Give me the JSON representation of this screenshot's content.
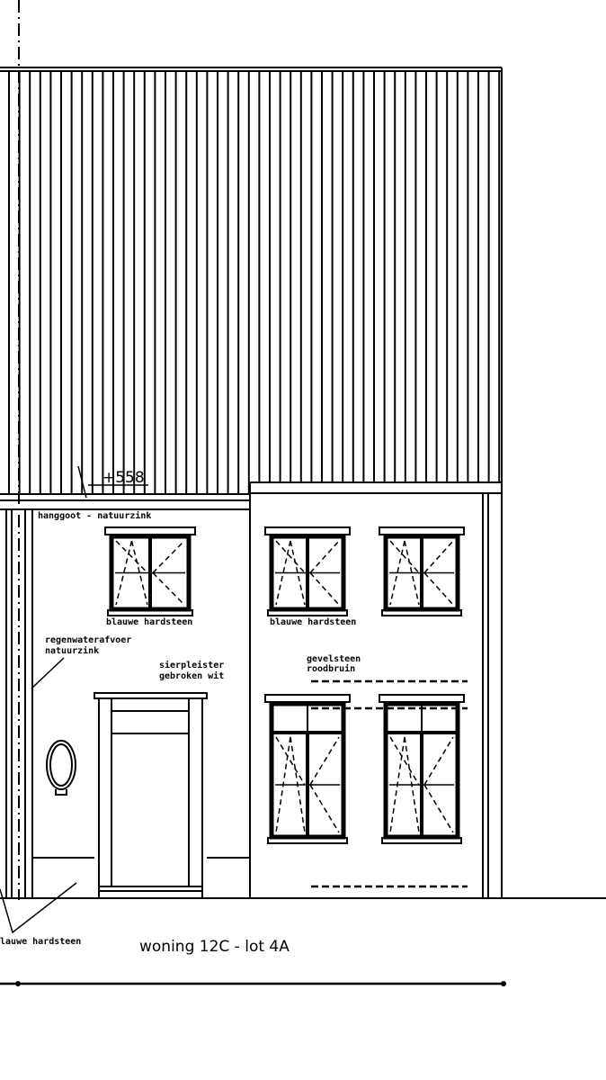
{
  "drawing": {
    "type": "facade elevation",
    "line_color": "#000000",
    "background": "#ffffff",
    "level_mark": "+558",
    "labels": {
      "gutter": "hanggoot - natuurzink",
      "downpipe_1": "regenwaterafvoer",
      "downpipe_2": "natuurzink",
      "plaster_1": "sierpleister",
      "plaster_2": "gebroken wit",
      "brick_1": "gevelsteen",
      "brick_2": "roodbruin",
      "sill_left": "blauwe hardsteen",
      "sill_right": "blauwe hardsteen",
      "plinth": "blauwe hardsteen"
    },
    "caption": "woning 12C - lot 4A"
  }
}
